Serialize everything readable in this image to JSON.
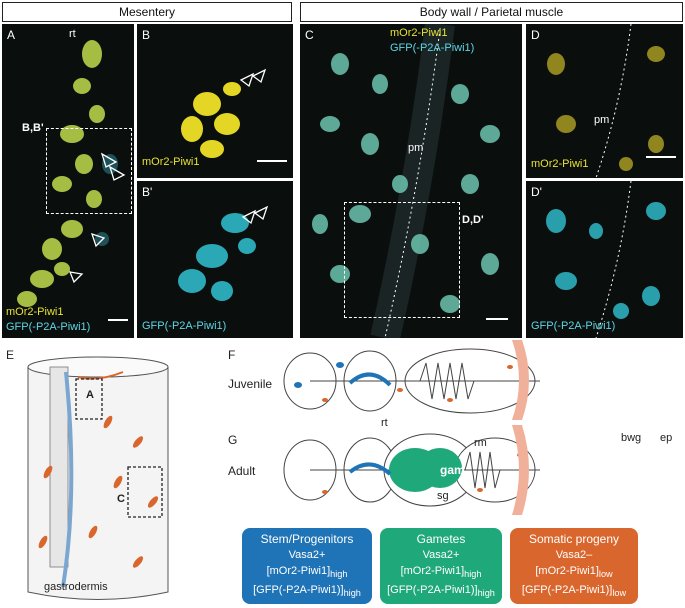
{
  "headers": {
    "mesentery": "Mesentery",
    "body_wall": "Body wall / Parietal muscle"
  },
  "panels": {
    "A": {
      "letter": "A",
      "rt": "rt",
      "box_label": "B,B'",
      "ch1": "mOr2-Piwi1",
      "ch2": "GFP(-P2A-Piwi1)"
    },
    "B": {
      "letter": "B",
      "ch1": "mOr2-Piwi1"
    },
    "B2": {
      "letter": "B'",
      "ch2": "GFP(-P2A-Piwi1)"
    },
    "C": {
      "letter": "C",
      "ch1": "mOr2-Piwi1",
      "ch2": "GFP(-P2A-Piwi1)",
      "pm": "pm",
      "box_label": "D,D'"
    },
    "D": {
      "letter": "D",
      "pm": "pm",
      "ch1": "mOr2-Piwi1"
    },
    "D2": {
      "letter": "D'",
      "ch2": "GFP(-P2A-Piwi1)"
    }
  },
  "diagram": {
    "E": {
      "letter": "E",
      "box_a": "A",
      "box_c": "C",
      "gastrodermis": "gastrodermis"
    },
    "F": {
      "letter": "F",
      "stage": "Juvenile"
    },
    "G": {
      "letter": "G",
      "stage": "Adult",
      "rt": "rt",
      "rm": "rm",
      "bwg": "bwg",
      "ep": "ep",
      "gam": "gam.",
      "sg": "sg"
    }
  },
  "legend": [
    {
      "title": "Stem/Progenitors",
      "line1": "Vasa2+",
      "line2": "[mOr2-Piwi1]",
      "sub2": "high",
      "line3": "[GFP(-P2A-Piwi1)]",
      "sub3": "high",
      "color": "#1f73b7"
    },
    {
      "title": "Gametes",
      "line1": "Vasa2+",
      "line2": "[mOr2-Piwi1]",
      "sub2": "high",
      "line3": "[GFP(-P2A-Piwi1)]",
      "sub3": "high",
      "color": "#1fa87a"
    },
    {
      "title": "Somatic progeny",
      "line1": "Vasa2–",
      "line2": "[mOr2-Piwi1]",
      "sub2": "low",
      "line3": "[GFP(-P2A-Piwi1)]",
      "sub3": "low",
      "color": "#d9662c"
    }
  ]
}
